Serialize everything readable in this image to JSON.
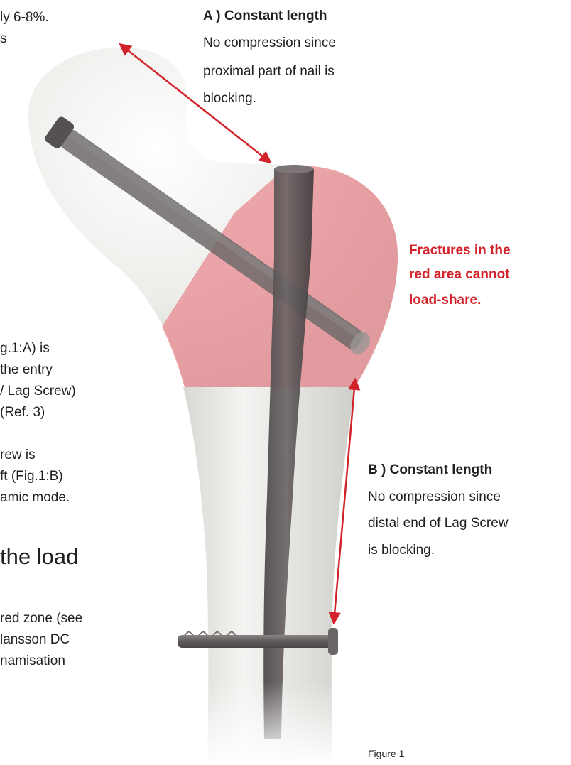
{
  "left_column": {
    "line1": "ly 6-8%.",
    "line2": "s",
    "para1": [
      "g.1:A) is",
      "the entry",
      "/ Lag Screw)",
      "(Ref. 3)"
    ],
    "para2": [
      "rew is",
      "ft (Fig.1:B)",
      "amic mode."
    ],
    "heading": "the load",
    "para3": [
      "red zone (see",
      "lansson DC",
      "namisation"
    ]
  },
  "annotation_a": {
    "title": "A ) Constant length",
    "lines": [
      "No compression since",
      "proximal part of nail is",
      "blocking."
    ]
  },
  "red_area_note": {
    "lines": [
      "Fractures in the",
      "red area cannot",
      "load-share."
    ],
    "color": "#d2232a"
  },
  "annotation_b": {
    "title": "B ) Constant length",
    "lines": [
      "No compression since",
      "distal end of Lag Screw",
      "is blocking."
    ]
  },
  "figure_caption": "Figure 1",
  "colors": {
    "arrow": "#d2232a",
    "red_zone": "#e88a8f",
    "nail": "#5b5556",
    "bone": "#e9e9e7"
  }
}
